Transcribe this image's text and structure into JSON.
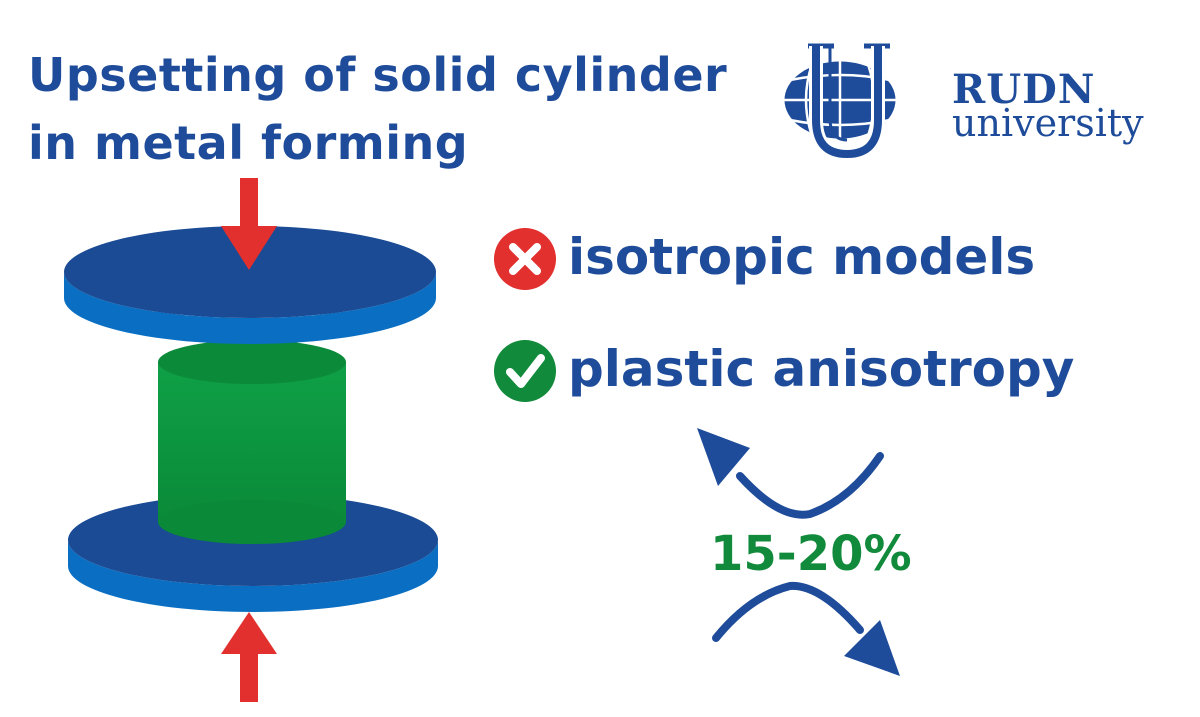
{
  "title": {
    "line1": "Upsetting of solid cylinder",
    "line2": "in metal forming"
  },
  "logo": {
    "line1": "RUDN",
    "line2": "university",
    "icon": "rudn-globe-u-logo"
  },
  "claims": [
    {
      "text": "isotropic models",
      "status": "rejected",
      "icon": "x-circle-icon",
      "color": "#e2302e"
    },
    {
      "text": "plastic anisotropy",
      "status": "accepted",
      "icon": "check-circle-icon",
      "color": "#128a3b"
    }
  ],
  "difference": {
    "text": "15-20%",
    "color": "#128a3b"
  },
  "colors": {
    "title_blue": "#1e4c9a",
    "die_top": "#1a4b94",
    "die_side": "#0a6fc2",
    "cylinder": "#0f9a40",
    "force_arrow": "#e2302e"
  }
}
